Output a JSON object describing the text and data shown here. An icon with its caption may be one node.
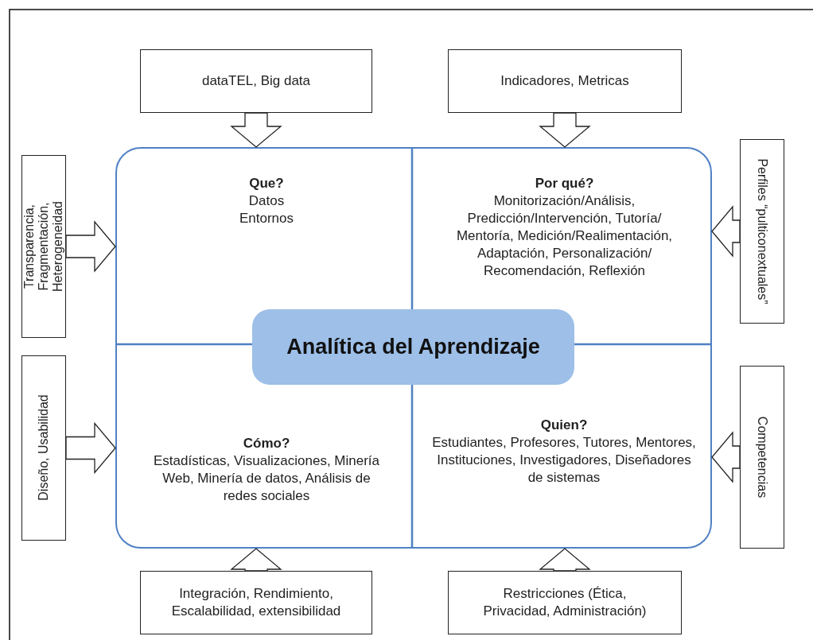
{
  "diagram": {
    "nodes": [
      {
        "text": [],
        "shape": "box"
      },
      {
        "text": [
          "Que?",
          "Datos",
          "Entornos"
        ],
        "in": 0
      },
      {
        "text": [
          "Por qué?",
          "Monitorización/Análisis, Predicción/Intervención, Tutoría/ Mentoría, Medición/Realimentación, Adaptación, Personalización/ Recomendación, Reflexión"
        ],
        "in": 0
      },
      {
        "text": [
          "Cómo?",
          "Estadísticas, Visualizaciones, Minería Web, Minería de datos, Análisis de redes sociales"
        ],
        "in": 0
      },
      {
        "text": [
          "Quien?",
          "Estudiantes, Profesores, Tutores, Mentores, Instituciones, Investigadores, Diseñadores de sistemas"
        ],
        "in": 0
      },
      {
        "text": [
          "Analítica del Aprendizaje"
        ],
        "in": 0
      },
      {
        "text": [
          "dataTEL, Big data"
        ]
      },
      {
        "text": [
          "Indicadores, Metricas"
        ]
      },
      {
        "text": [
          "Transparencia, Fragmentación, Heterogeneidad"
        ]
      },
      {
        "text": [
          "Perfiles “pulticonextuales”"
        ]
      },
      {
        "text": [
          "Diseño, Usabilidad"
        ]
      },
      {
        "text": [
          "Competencias"
        ]
      },
      {
        "text": [
          "Integración, Rendimiento, Escalabilidad, extensibilidad"
        ]
      },
      {
        "text": [
          "Restricciones (Ética, Privacidad, Administración)"
        ]
      }
    ],
    "edges": [
      {
        "from": 6,
        "to": 0,
        "arrow": "to"
      },
      {
        "from": 7,
        "to": 0,
        "arrow": "to"
      },
      {
        "from": 8,
        "to": 0,
        "arrow": "to"
      },
      {
        "from": 9,
        "to": 0,
        "arrow": "to"
      },
      {
        "from": 10,
        "to": 0,
        "arrow": "to"
      },
      {
        "from": 11,
        "to": 0,
        "arrow": "to"
      },
      {
        "from": 12,
        "to": 0,
        "arrow": "to"
      },
      {
        "from": 13,
        "to": 0,
        "arrow": "to"
      }
    ]
  }
}
